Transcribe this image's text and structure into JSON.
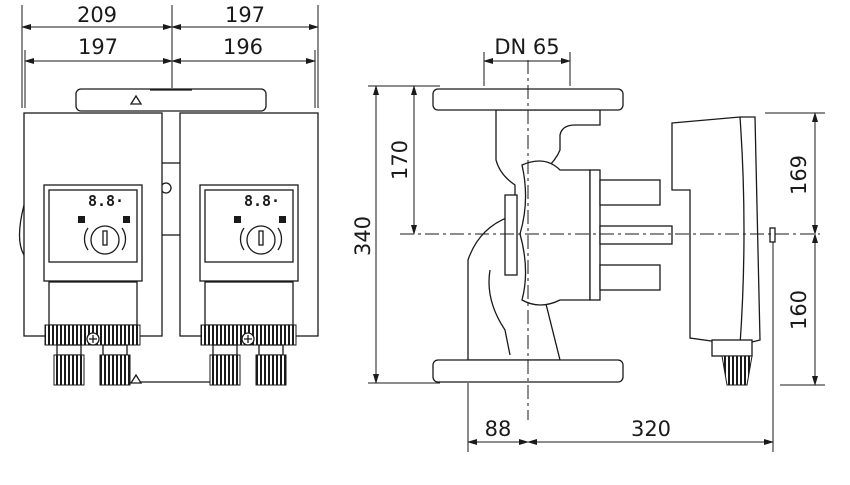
{
  "front_view": {
    "dimensions": {
      "top_left_outer": "209",
      "top_right_outer": "197",
      "inner_left": "197",
      "inner_right": "196"
    },
    "displays": [
      "8.8·",
      "8.8·"
    ]
  },
  "side_view": {
    "nominal_diameter": "DN 65",
    "dimensions": {
      "overall_height": "340",
      "upper_half_height": "170",
      "motor_upper": "169",
      "motor_lower": "160",
      "flange_to_axis": "88",
      "axis_to_motor_end": "320"
    }
  }
}
